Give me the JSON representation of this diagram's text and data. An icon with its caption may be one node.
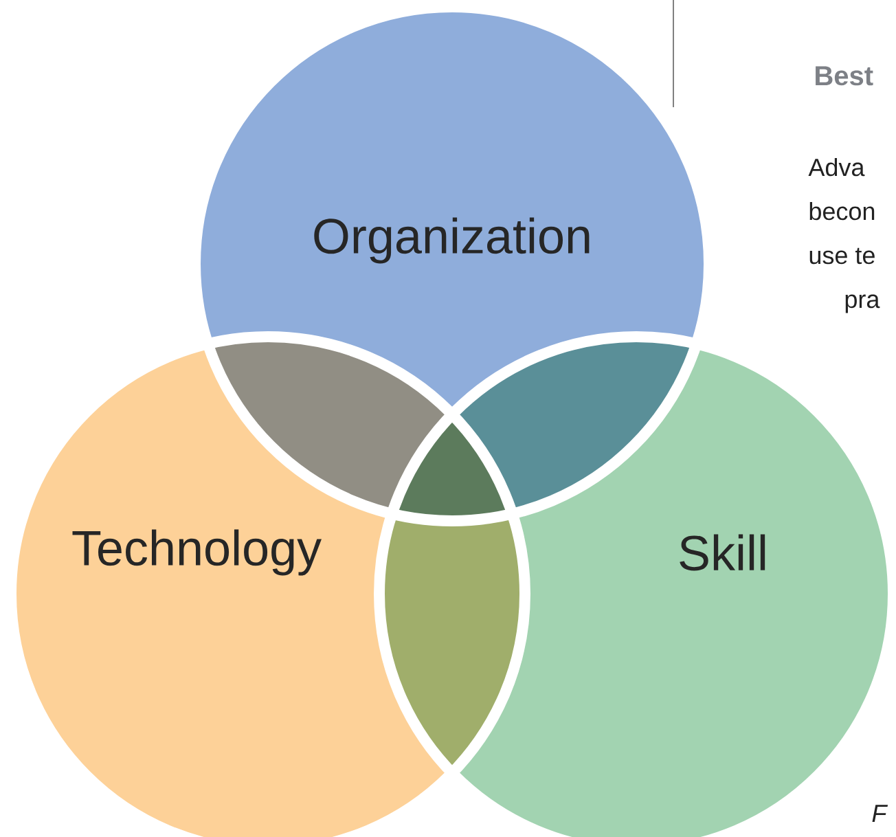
{
  "diagram": {
    "nodes": [
      {
        "text": [
          "Organization"
        ]
      },
      {
        "text": [
          "Technology"
        ]
      },
      {
        "text": [
          "Skill"
        ]
      }
    ],
    "labels": [
      "Best",
      "Adva",
      "becon",
      "use te",
      "pra",
      "F"
    ]
  }
}
